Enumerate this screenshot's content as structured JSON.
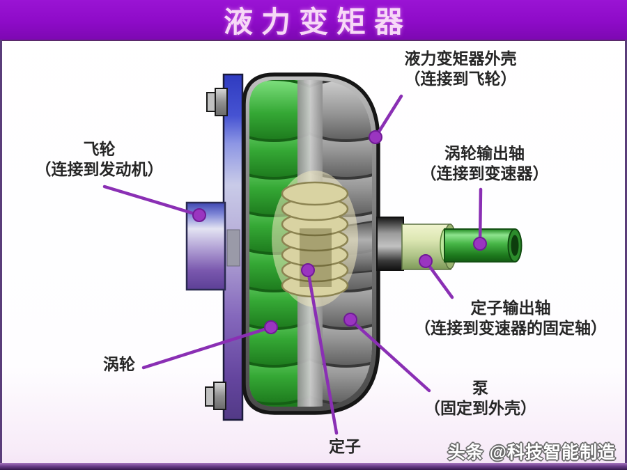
{
  "title": "液力变矩器",
  "diagram": {
    "labels": {
      "housing": {
        "line1": "液力变矩器外壳",
        "line2": "（连接到飞轮）"
      },
      "flywheel": {
        "line1": "飞轮",
        "line2": "（连接到发动机）"
      },
      "turbine_output_shaft": {
        "line1": "涡轮输出轴",
        "line2": "（连接到变速器）"
      },
      "stator_output_shaft": {
        "line1": "定子输出轴",
        "line2": "（连接到变速器的固定轴）"
      },
      "turbine": {
        "line1": "涡轮"
      },
      "stator": {
        "line1": "定子"
      },
      "pump": {
        "line1": "泵",
        "line2": "（固定到外壳）"
      }
    }
  },
  "watermark": "头条 @科技智能制造",
  "colors": {
    "banner_purple": "#8E0BC8",
    "arrow_purple": "#8A2FB4",
    "turbine_green": "#2F9E2F",
    "pump_gray": "#8A8A8A",
    "stator_khaki": "#D6CF9D",
    "flywheel_blue": "#3A46CC",
    "hub_purple": "#7A58AE",
    "footer_purple": "#33164A",
    "label_text": "#262626"
  }
}
